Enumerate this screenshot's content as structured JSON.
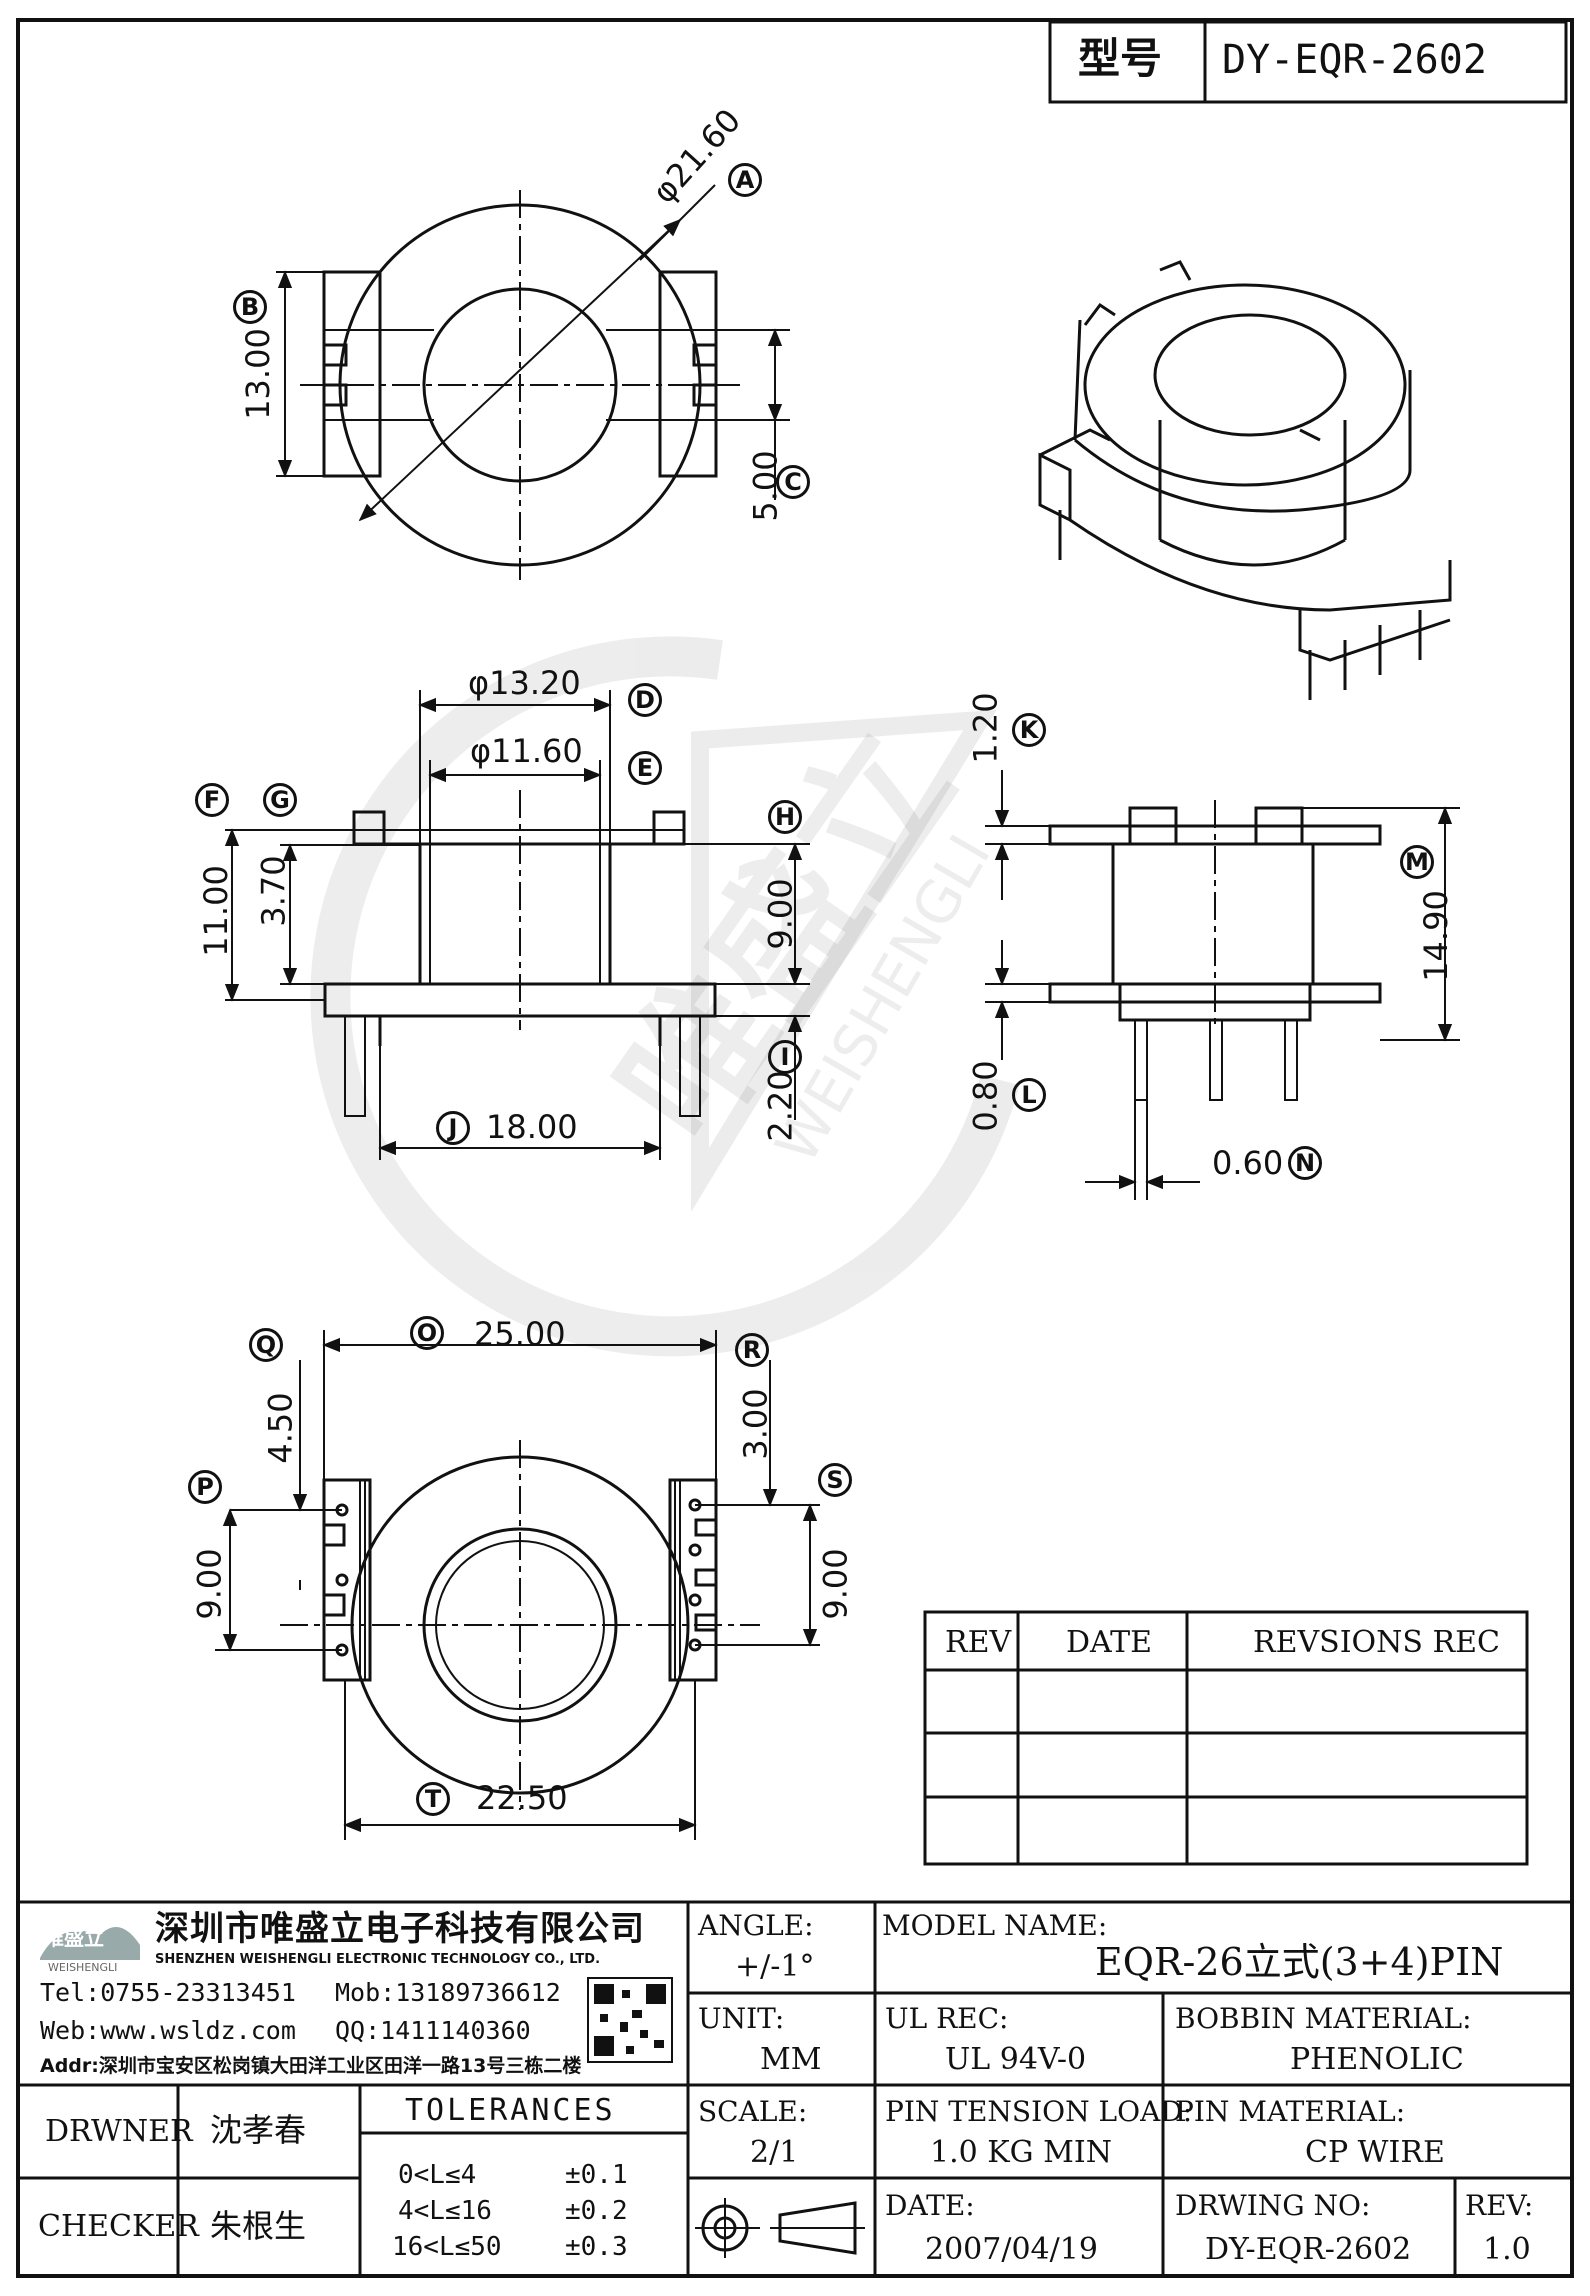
{
  "header": {
    "type_label": "型号",
    "model_code": "DY-EQR-2602"
  },
  "dimensions": {
    "top_diameter": "φ21.60",
    "top_height": "13.00",
    "top_offset": "5.00",
    "front_od": "φ13.20",
    "front_id": "φ11.60",
    "front_h_total": "11.00",
    "front_h_flange": "3.70",
    "front_h_window": "9.00",
    "front_pin_len": "2.20",
    "front_width": "18.00",
    "side_top_flange": "1.20",
    "side_height": "14.90",
    "side_bottom_flange": "0.80",
    "side_pin": "0.60",
    "bottom_width": "25.00",
    "bottom_width2": "22.50",
    "bottom_left_top": "4.50",
    "bottom_left_pitch": "9.00",
    "bottom_right_top": "3.00",
    "bottom_right_pitch": "9.00"
  },
  "labels": {
    "A": "A",
    "B": "B",
    "C": "C",
    "D": "D",
    "E": "E",
    "F": "F",
    "G": "G",
    "H": "H",
    "I": "I",
    "J": "J",
    "K": "K",
    "L": "L",
    "M": "M",
    "N": "N",
    "O": "O",
    "P": "P",
    "Q": "Q",
    "R": "R",
    "S": "S",
    "T": "T"
  },
  "watermark": {
    "brand": "唯盛立",
    "brand_en": "WEISHENGLI"
  },
  "revision_table": {
    "headers": [
      "REV",
      "DATE",
      "REVSIONS REC"
    ],
    "rows": [
      [
        "",
        "",
        ""
      ],
      [
        "",
        "",
        ""
      ],
      [
        "",
        "",
        ""
      ]
    ]
  },
  "company": {
    "logo_text": "唯盛立",
    "logo_sub": "WEISHENGLI",
    "name_cn": "深圳市唯盛立电子科技有限公司",
    "name_en": "SHENZHEN WEISHENGLI ELECTRONIC TECHNOLOGY CO., LTD.",
    "tel": "Tel:0755-23313451",
    "mob": "Mob:13189736612",
    "web": "Web:www.wsldz.com",
    "qq": "QQ:1411140360",
    "addr": "Addr:深圳市宝安区松岗镇大田洋工业区田洋一路13号三栋二楼"
  },
  "title_block": {
    "angle_label": "ANGLE:",
    "angle_value": "+/-1°",
    "model_label": "MODEL NAME:",
    "model_value": "EQR-26立式(3+4)PIN",
    "unit_label": "UNIT:",
    "unit_value": "MM",
    "ul_label": "UL REC:",
    "ul_value": "UL 94V-0",
    "bobbin_label": "BOBBIN MATERIAL:",
    "bobbin_value": "PHENOLIC",
    "scale_label": "SCALE:",
    "scale_value": "2/1",
    "tension_label": "PIN TENSION LOAD:",
    "tension_value": "1.0 KG MIN",
    "pin_mat_label": "PIN MATERIAL:",
    "pin_mat_value": "CP WIRE",
    "date_label": "DATE:",
    "date_value": "2007/04/19",
    "dwg_label": "DRWING NO:",
    "dwg_value": "DY-EQR-2602",
    "rev_label": "REV:",
    "rev_value": "1.0",
    "drawer_label": "DRWNER",
    "drawer_value": "沈孝春",
    "checker_label": "CHECKER",
    "checker_value": "朱根生",
    "tolerances_title": "TOLERANCES",
    "tol": [
      {
        "range": "0<L≤4",
        "value": "±0.1"
      },
      {
        "range": "4<L≤16",
        "value": "±0.2"
      },
      {
        "range": "16<L≤50",
        "value": "±0.3"
      }
    ]
  }
}
